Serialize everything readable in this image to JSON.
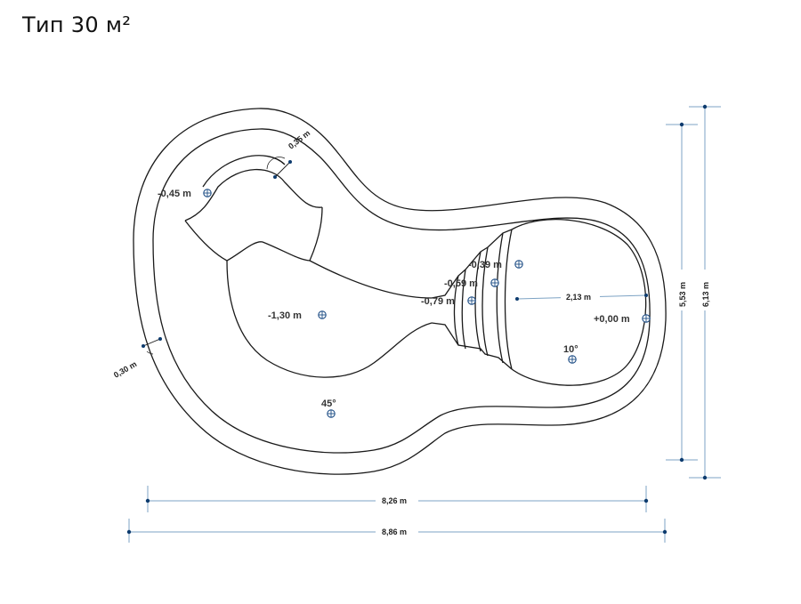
{
  "title": "Тип 30 м²",
  "depth_markers": [
    {
      "id": "d1",
      "label": "-0,45 m"
    },
    {
      "id": "d2",
      "label": "-1,30 m"
    },
    {
      "id": "d3",
      "label": "-0,39 m"
    },
    {
      "id": "d4",
      "label": "-0,59 m"
    },
    {
      "id": "d5",
      "label": "-0,79 m"
    },
    {
      "id": "d6",
      "label": "+0,00 m"
    }
  ],
  "angle_markers": [
    {
      "id": "a1",
      "label": "45°"
    },
    {
      "id": "a2",
      "label": "10°"
    }
  ],
  "dimensions": {
    "wall_thickness": "0,35 m",
    "side_thickness": "0,30 m",
    "inner_length": "8,26 m",
    "outer_length": "8,86 m",
    "inner_width": "5,53 m",
    "outer_width": "6,13 m",
    "radius": "2,13 m"
  },
  "colors": {
    "outline": "#1a1a1a",
    "dimension_line": "#7da3c4",
    "marker": "#1f4e86"
  }
}
